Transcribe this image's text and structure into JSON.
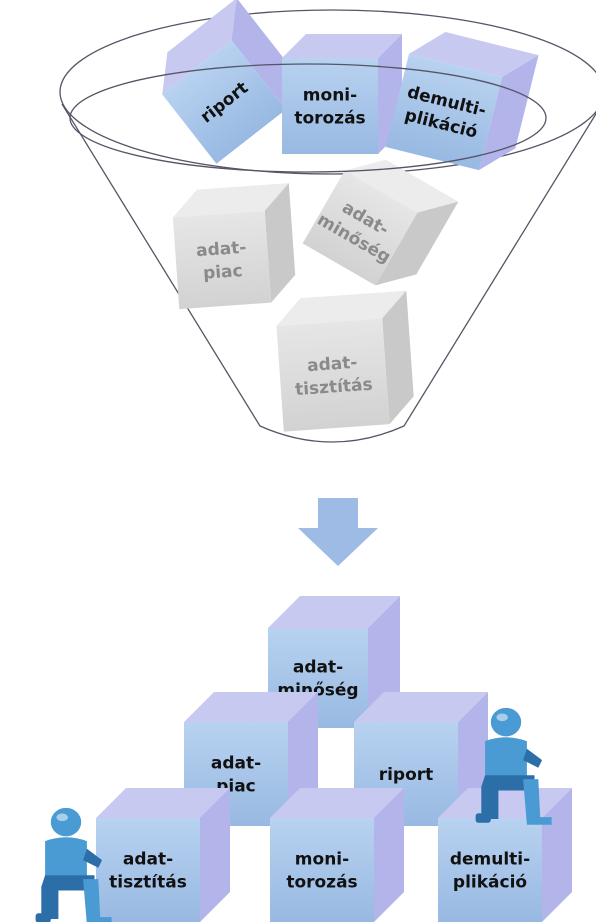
{
  "colors": {
    "blue_front": "#a9c7ea",
    "blue_top": "#c8c9f0",
    "blue_side": "#b2b4ea",
    "blue_text": "#111111",
    "gray_front": "#dcdcdc",
    "gray_top": "#ececec",
    "gray_side": "#c9c9c9",
    "gray_text": "#8a8a8a",
    "funnel_line": "#4a4a5a",
    "arrow": "#9dbbe4",
    "person": "#4a9ad4",
    "person_dark": "#2c6fa8"
  },
  "funnel": {
    "blocks": [
      {
        "id": "riport",
        "lines": [
          "riport"
        ],
        "state": "active"
      },
      {
        "id": "monitorozas",
        "lines": [
          "moni-",
          "torozás"
        ],
        "state": "active"
      },
      {
        "id": "demultiplikacio",
        "lines": [
          "demulti-",
          "plikáció"
        ],
        "state": "active"
      },
      {
        "id": "adatpiac",
        "lines": [
          "adat-",
          "piac"
        ],
        "state": "pending"
      },
      {
        "id": "adatminoseg",
        "lines": [
          "adat-",
          "minőség"
        ],
        "state": "pending"
      },
      {
        "id": "adattisztitas",
        "lines": [
          "adat-",
          "tisztítás"
        ],
        "state": "pending"
      }
    ]
  },
  "arrow": {
    "icon": "down-arrow-icon"
  },
  "pyramid": {
    "blocks": [
      {
        "id": "adatminoseg",
        "lines": [
          "adat-",
          "minőség"
        ]
      },
      {
        "id": "adatpiac",
        "lines": [
          "adat-",
          "piac"
        ]
      },
      {
        "id": "riport",
        "lines": [
          "riport"
        ]
      },
      {
        "id": "adattisztitas",
        "lines": [
          "adat-",
          "tisztítás"
        ]
      },
      {
        "id": "monitorozas",
        "lines": [
          "moni-",
          "torozás"
        ]
      },
      {
        "id": "demultiplikacio",
        "lines": [
          "demulti-",
          "plikáció"
        ]
      }
    ],
    "figures": [
      {
        "id": "person-left",
        "icon": "kneeling-person-icon"
      },
      {
        "id": "person-right",
        "icon": "kneeling-person-icon"
      }
    ]
  }
}
